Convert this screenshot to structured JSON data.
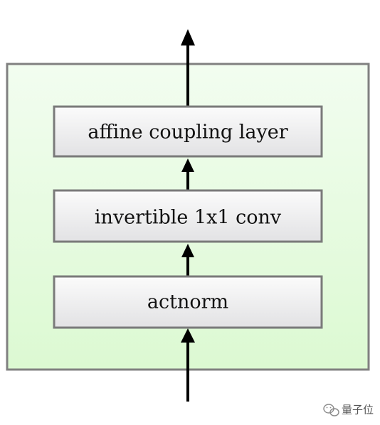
{
  "diagram": {
    "blocks": [
      {
        "id": "affine-coupling-layer",
        "label": "affine coupling layer"
      },
      {
        "id": "invertible-1x1-conv",
        "label": "invertible 1x1 conv"
      },
      {
        "id": "actnorm",
        "label": "actnorm"
      }
    ],
    "flow_direction": "bottom-to-top",
    "colors": {
      "outer_fill_top": "#f2fdf0",
      "outer_fill_bottom": "#dcf9d2",
      "outer_border": "#808080",
      "block_fill_top": "#fbfbfb",
      "block_fill_bottom": "#e2e2e4",
      "block_border": "#7a7a7a",
      "arrow": "#000000"
    }
  },
  "watermark": {
    "icon": "wechat-icon",
    "text": "量子位"
  }
}
